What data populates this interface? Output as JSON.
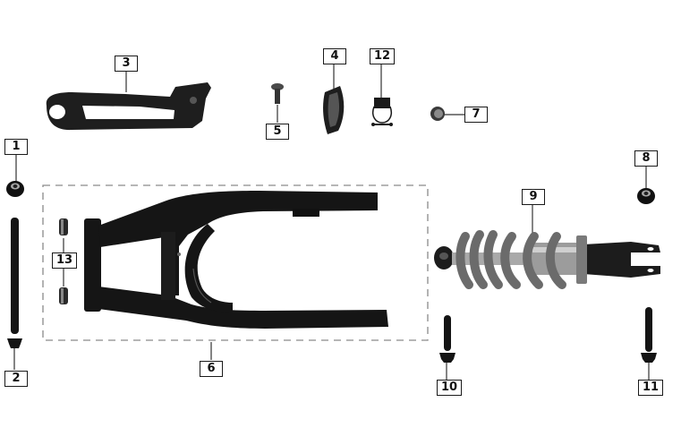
{
  "diagram": {
    "background": "#ffffff",
    "part_color": "#1c1c1c",
    "leader_color": "#333333",
    "group_border_color": "#8a8a8a",
    "spring_color": "#6e6e6e",
    "shaft_color": "#a8a8a8"
  },
  "callouts": {
    "c1": {
      "label": "1",
      "part": "nut-left"
    },
    "c2": {
      "label": "2",
      "part": "pivot-bolt-long"
    },
    "c3": {
      "label": "3",
      "part": "chain-slider"
    },
    "c4": {
      "label": "4",
      "part": "chain-guide-pad"
    },
    "c5": {
      "label": "5",
      "part": "screw"
    },
    "c6": {
      "label": "6",
      "part": "swingarm-assembly"
    },
    "c7": {
      "label": "7",
      "part": "washer"
    },
    "c8": {
      "label": "8",
      "part": "nut-right"
    },
    "c9": {
      "label": "9",
      "part": "rear-shock-absorber"
    },
    "c10": {
      "label": "10",
      "part": "shock-bolt-lower"
    },
    "c11": {
      "label": "11",
      "part": "shock-bolt-upper"
    },
    "c12": {
      "label": "12",
      "part": "hose-clamp"
    },
    "c13": {
      "label": "13",
      "part": "pivot-bushings"
    }
  }
}
